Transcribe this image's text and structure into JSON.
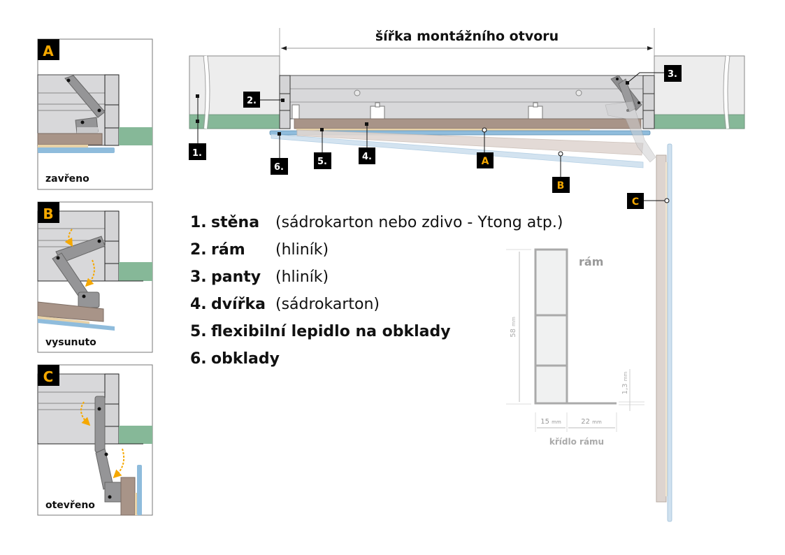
{
  "title": "šířka montážního otvoru",
  "panels": [
    {
      "letter": "A",
      "caption": "zavřeno"
    },
    {
      "letter": "B",
      "caption": "vysunuto"
    },
    {
      "letter": "C",
      "caption": "otevřeno"
    }
  ],
  "callouts": {
    "c1": "1.",
    "c2": "2.",
    "c3": "3.",
    "c4": "4.",
    "c5": "5.",
    "c6": "6.",
    "cA": "A",
    "cB": "B",
    "cC": "C"
  },
  "legend": [
    {
      "num": "1.",
      "term": "stěna",
      "desc": "(sádrokarton nebo zdivo - Ytong atp.)"
    },
    {
      "num": "2.",
      "term": "rám",
      "desc": "(hliník)"
    },
    {
      "num": "3.",
      "term": "panty",
      "desc": "(hliník)"
    },
    {
      "num": "4.",
      "term": "dvířka",
      "desc": "(sádrokarton)"
    },
    {
      "num": "5.",
      "term": "flexibilní lepidlo na obklady",
      "desc": ""
    },
    {
      "num": "6.",
      "term": "obklady",
      "desc": ""
    }
  ],
  "profile": {
    "label": "rám",
    "height_dim": "58",
    "thickness_dim": "1,3",
    "width1_dim": "15",
    "width2_dim": "22",
    "unit": "mm",
    "caption": "křídlo rámu"
  },
  "colors": {
    "badge_bg": "#000000",
    "badge_letter": "#f5a800",
    "wall": "#ededed",
    "tile_green": "#86b898",
    "frame": "#d6d6d8",
    "door": "#a89488",
    "tile_blue": "#8fbcdc",
    "arrow": "#f5a800"
  }
}
